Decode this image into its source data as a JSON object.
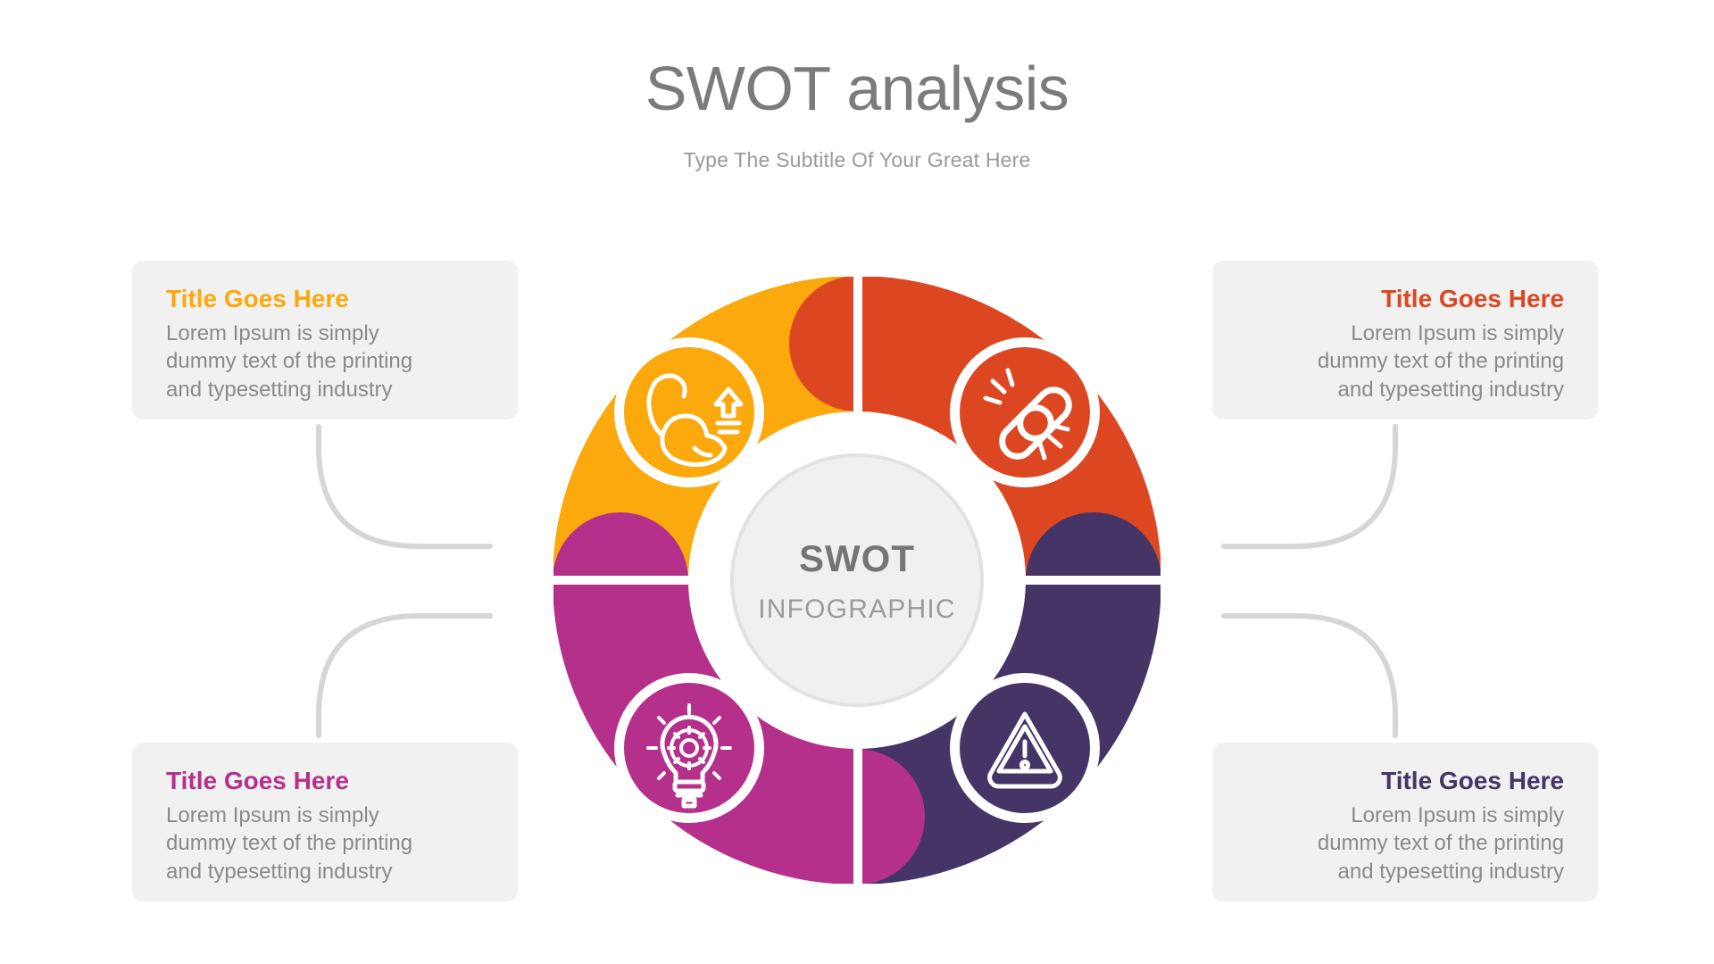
{
  "header": {
    "title": "SWOT analysis",
    "subtitle": "Type The Subtitle Of Your Great Here"
  },
  "center": {
    "main": "SWOT",
    "sub": "INFOGRAPHIC",
    "fill": "#f0f0f0",
    "stroke": "#e2e2e2"
  },
  "colors": {
    "strengths": "#FBA90C",
    "weaknesses": "#DC4722",
    "opportunities": "#B4308B",
    "threats": "#453567",
    "card_bg": "#f1f1f1",
    "body_text": "#8a8a8a",
    "title_text": "#7b7b7b",
    "subtitle_text": "#9a9a9a",
    "connector": "#d6d6d6"
  },
  "cards": [
    {
      "key": "strengths",
      "title": "Title Goes Here",
      "body": "Lorem Ipsum is simply\ndummy text of the printing\nand typesetting industry",
      "color": "#FBA90C",
      "icon": "muscle-arrow-icon",
      "align": "left",
      "position": "top-left"
    },
    {
      "key": "weaknesses",
      "title": "Title Goes Here",
      "body": "Lorem Ipsum is simply\ndummy text of the printing\nand typesetting industry",
      "color": "#DC4722",
      "icon": "broken-chain-icon",
      "align": "right",
      "position": "top-right"
    },
    {
      "key": "opportunities",
      "title": "Title Goes Here",
      "body": "Lorem Ipsum is simply\ndummy text of the printing\nand typesetting industry",
      "color": "#B4308B",
      "icon": "lightbulb-gear-icon",
      "align": "left",
      "position": "bottom-left"
    },
    {
      "key": "threats",
      "title": "Title Goes Here",
      "body": "Lorem Ipsum is simply\ndummy text of the printing\nand typesetting industry",
      "color": "#453567",
      "icon": "warning-triangle-icon",
      "align": "right",
      "position": "bottom-right"
    }
  ],
  "chart_data": {
    "type": "pie",
    "title": "SWOT analysis",
    "subtitle": "Type The Subtitle Of Your Great Here",
    "categories": [
      "Strengths",
      "Weaknesses",
      "Threats",
      "Opportunities"
    ],
    "values": [
      25,
      25,
      25,
      25
    ],
    "colors": [
      "#FBA90C",
      "#DC4722",
      "#453567",
      "#B4308B"
    ],
    "legend": "none",
    "donut": true,
    "center_label": "SWOT INFOGRAPHIC"
  }
}
